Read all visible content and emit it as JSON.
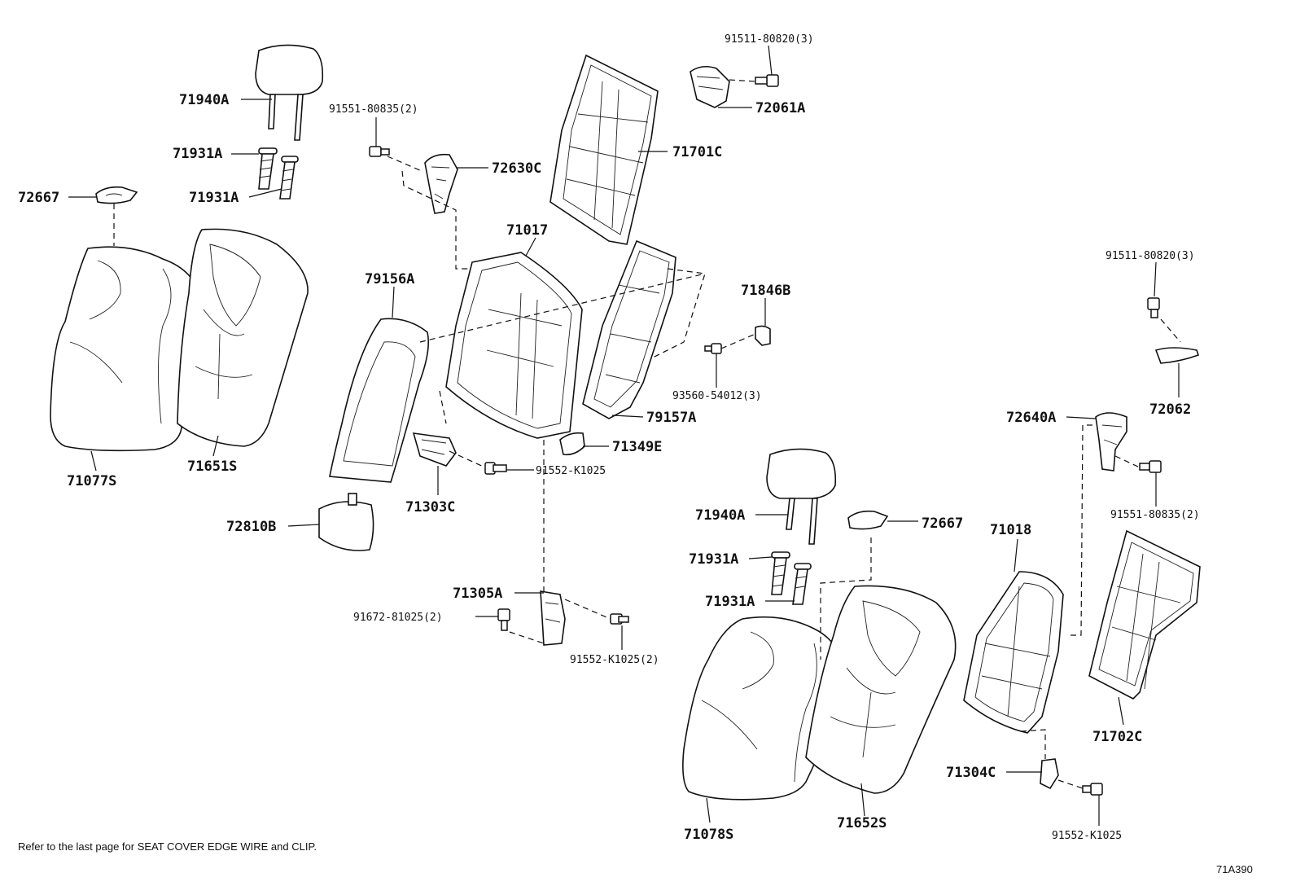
{
  "labels": {
    "p71940A_l": "71940A",
    "p71931A_l1": "71931A",
    "p71931A_l2": "71931A",
    "p72667_l": "72667",
    "p71077S": "71077S",
    "p71651S": "71651S",
    "p91551_80835_2_l": "91551-80835(2)",
    "p72630C": "72630C",
    "p71017": "71017",
    "p79156A": "79156A",
    "p71303C": "71303C",
    "p91552_K1025_l": "91552-K1025",
    "p72810B": "72810B",
    "p71305A": "71305A",
    "p91672_81025_2": "91672-81025(2)",
    "p91552_K1025_2": "91552-K1025(2)",
    "p71349E": "71349E",
    "p91511_80820_3_t": "91511-80820(3)",
    "p72061A": "72061A",
    "p71701C": "71701C",
    "p71846B": "71846B",
    "p93560_54012_3": "93560-54012(3)",
    "p79157A": "79157A",
    "p91511_80820_3_r": "91511-80820(3)",
    "p72062": "72062",
    "p72640A": "72640A",
    "p91551_80835_2_r": "91551-80835(2)",
    "p71940A_r": "71940A",
    "p72667_r": "72667",
    "p71931A_r1": "71931A",
    "p71931A_r2": "71931A",
    "p71018": "71018",
    "p71702C": "71702C",
    "p71304C": "71304C",
    "p71078S": "71078S",
    "p71652S": "71652S",
    "p91552_K1025_r": "91552-K1025"
  },
  "footnote": "Refer to the last page for SEAT COVER EDGE WIRE and CLIP.",
  "diagram_id": "71A390"
}
